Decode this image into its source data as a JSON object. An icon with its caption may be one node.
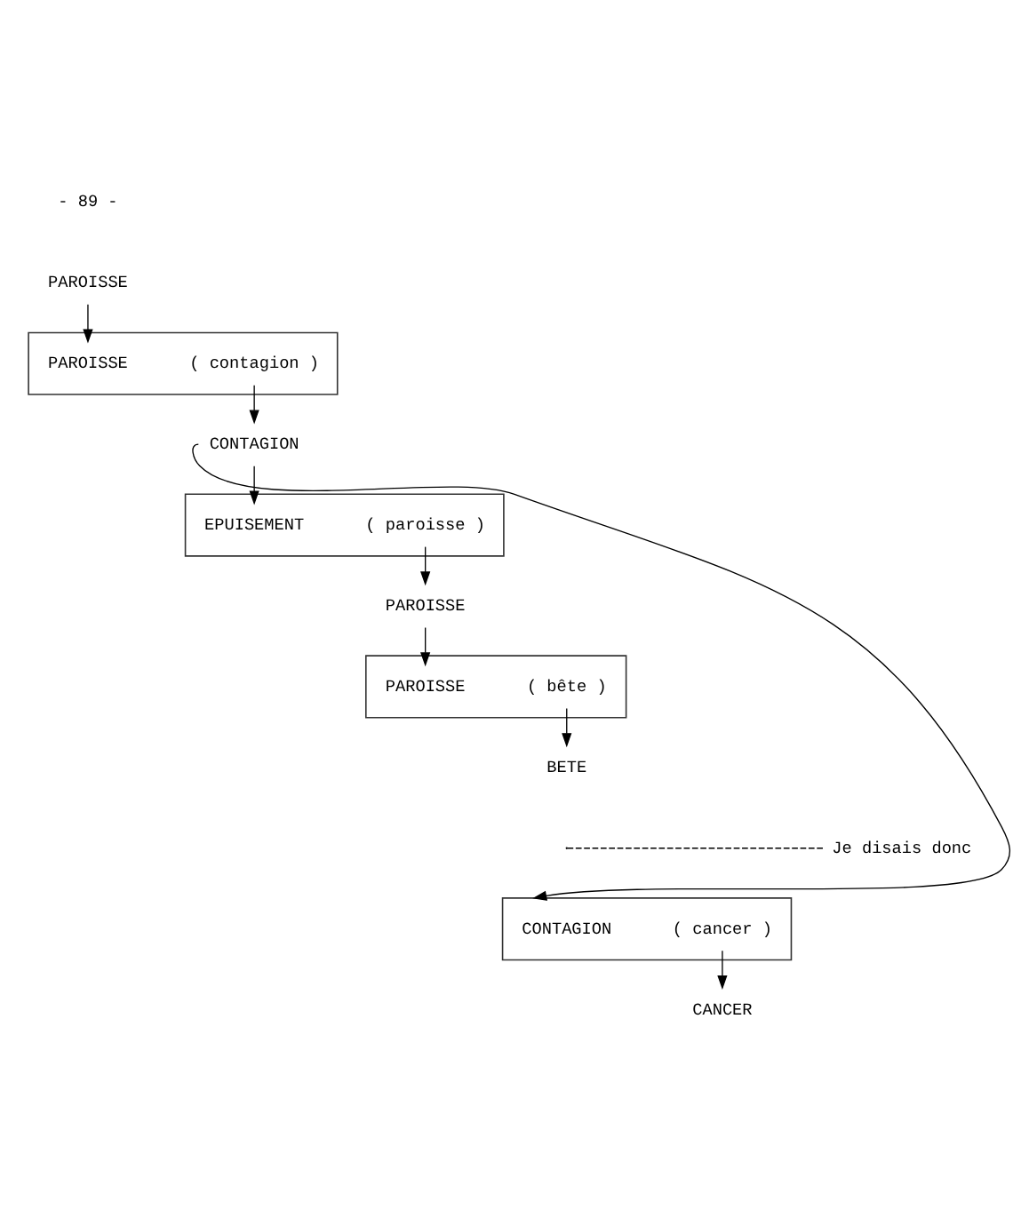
{
  "diagram": {
    "nodes": [
      {
        "text": [
          "PAROISSE"
        ]
      },
      {
        "text": [],
        "shape": "bracket"
      },
      {
        "text": [
          "PAROISSE"
        ],
        "in": 1
      },
      {
        "text": [
          "( contagion )"
        ],
        "in": 1
      },
      {
        "text": [
          "CONTAGION"
        ]
      },
      {
        "text": [],
        "shape": "bracket"
      },
      {
        "text": [
          "EPUISEMENT"
        ],
        "in": 5
      },
      {
        "text": [
          "( paroisse )"
        ],
        "in": 5
      },
      {
        "text": [
          "PAROISSE"
        ]
      },
      {
        "text": [],
        "shape": "bracket"
      },
      {
        "text": [
          "PAROISSE"
        ],
        "in": 9
      },
      {
        "text": [
          "( bête )"
        ],
        "in": 9
      },
      {
        "text": [
          "BETE"
        ]
      },
      {
        "text": [],
        "shape": "bracket"
      },
      {
        "text": [
          "CONTAGION"
        ],
        "in": 13
      },
      {
        "text": [
          "( cancer )"
        ],
        "in": 13
      },
      {
        "text": [
          "CANCER"
        ]
      }
    ],
    "edges": [
      {
        "from": 0,
        "to": 2,
        "arrow": "to"
      },
      {
        "from": 3,
        "to": 4,
        "arrow": "to"
      },
      {
        "from": 4,
        "to": 6,
        "arrow": "to"
      },
      {
        "from": 7,
        "to": 8,
        "arrow": "to"
      },
      {
        "from": 8,
        "to": 10,
        "arrow": "to"
      },
      {
        "from": 11,
        "to": 12,
        "arrow": "to"
      },
      {
        "from": 4,
        "to": 13,
        "arrow": "to"
      },
      {
        "from": 15,
        "to": 16,
        "arrow": "to"
      }
    ],
    "labels": [
      "- 89 -",
      "Je disais donc"
    ]
  }
}
